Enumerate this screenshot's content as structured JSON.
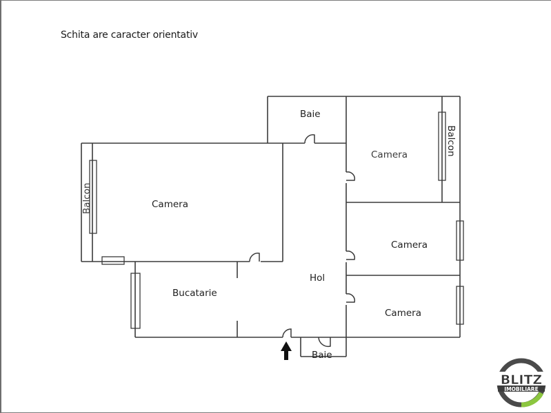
{
  "page": {
    "title": "Schita are caracter orientativ"
  },
  "rooms": [
    {
      "id": "camera-large",
      "label": "Camera"
    },
    {
      "id": "baie-top",
      "label": "Baie"
    },
    {
      "id": "camera-top-right",
      "label": "Camera"
    },
    {
      "id": "balcon-right",
      "label": "Balcon"
    },
    {
      "id": "balcon-left",
      "label": "Balcon"
    },
    {
      "id": "camera-middle-right",
      "label": "Camera"
    },
    {
      "id": "camera-bottom-right",
      "label": "Camera"
    },
    {
      "id": "hol",
      "label": "Hol"
    },
    {
      "id": "bucatarie",
      "label": "Bucatarie"
    },
    {
      "id": "baie-bottom",
      "label": "Baie"
    }
  ],
  "entrance": {
    "icon": "arrow-up-icon"
  },
  "logo": {
    "line1": "BLITZ",
    "line2": "IMOBILIARE",
    "colors": {
      "ring": "#4a4a4a",
      "accent": "#8cc63f",
      "text_bg": "#3c3c3c"
    }
  },
  "colors": {
    "wall": "#3a3a3a",
    "frame": "#7a7a7a",
    "background": "#ffffff"
  }
}
